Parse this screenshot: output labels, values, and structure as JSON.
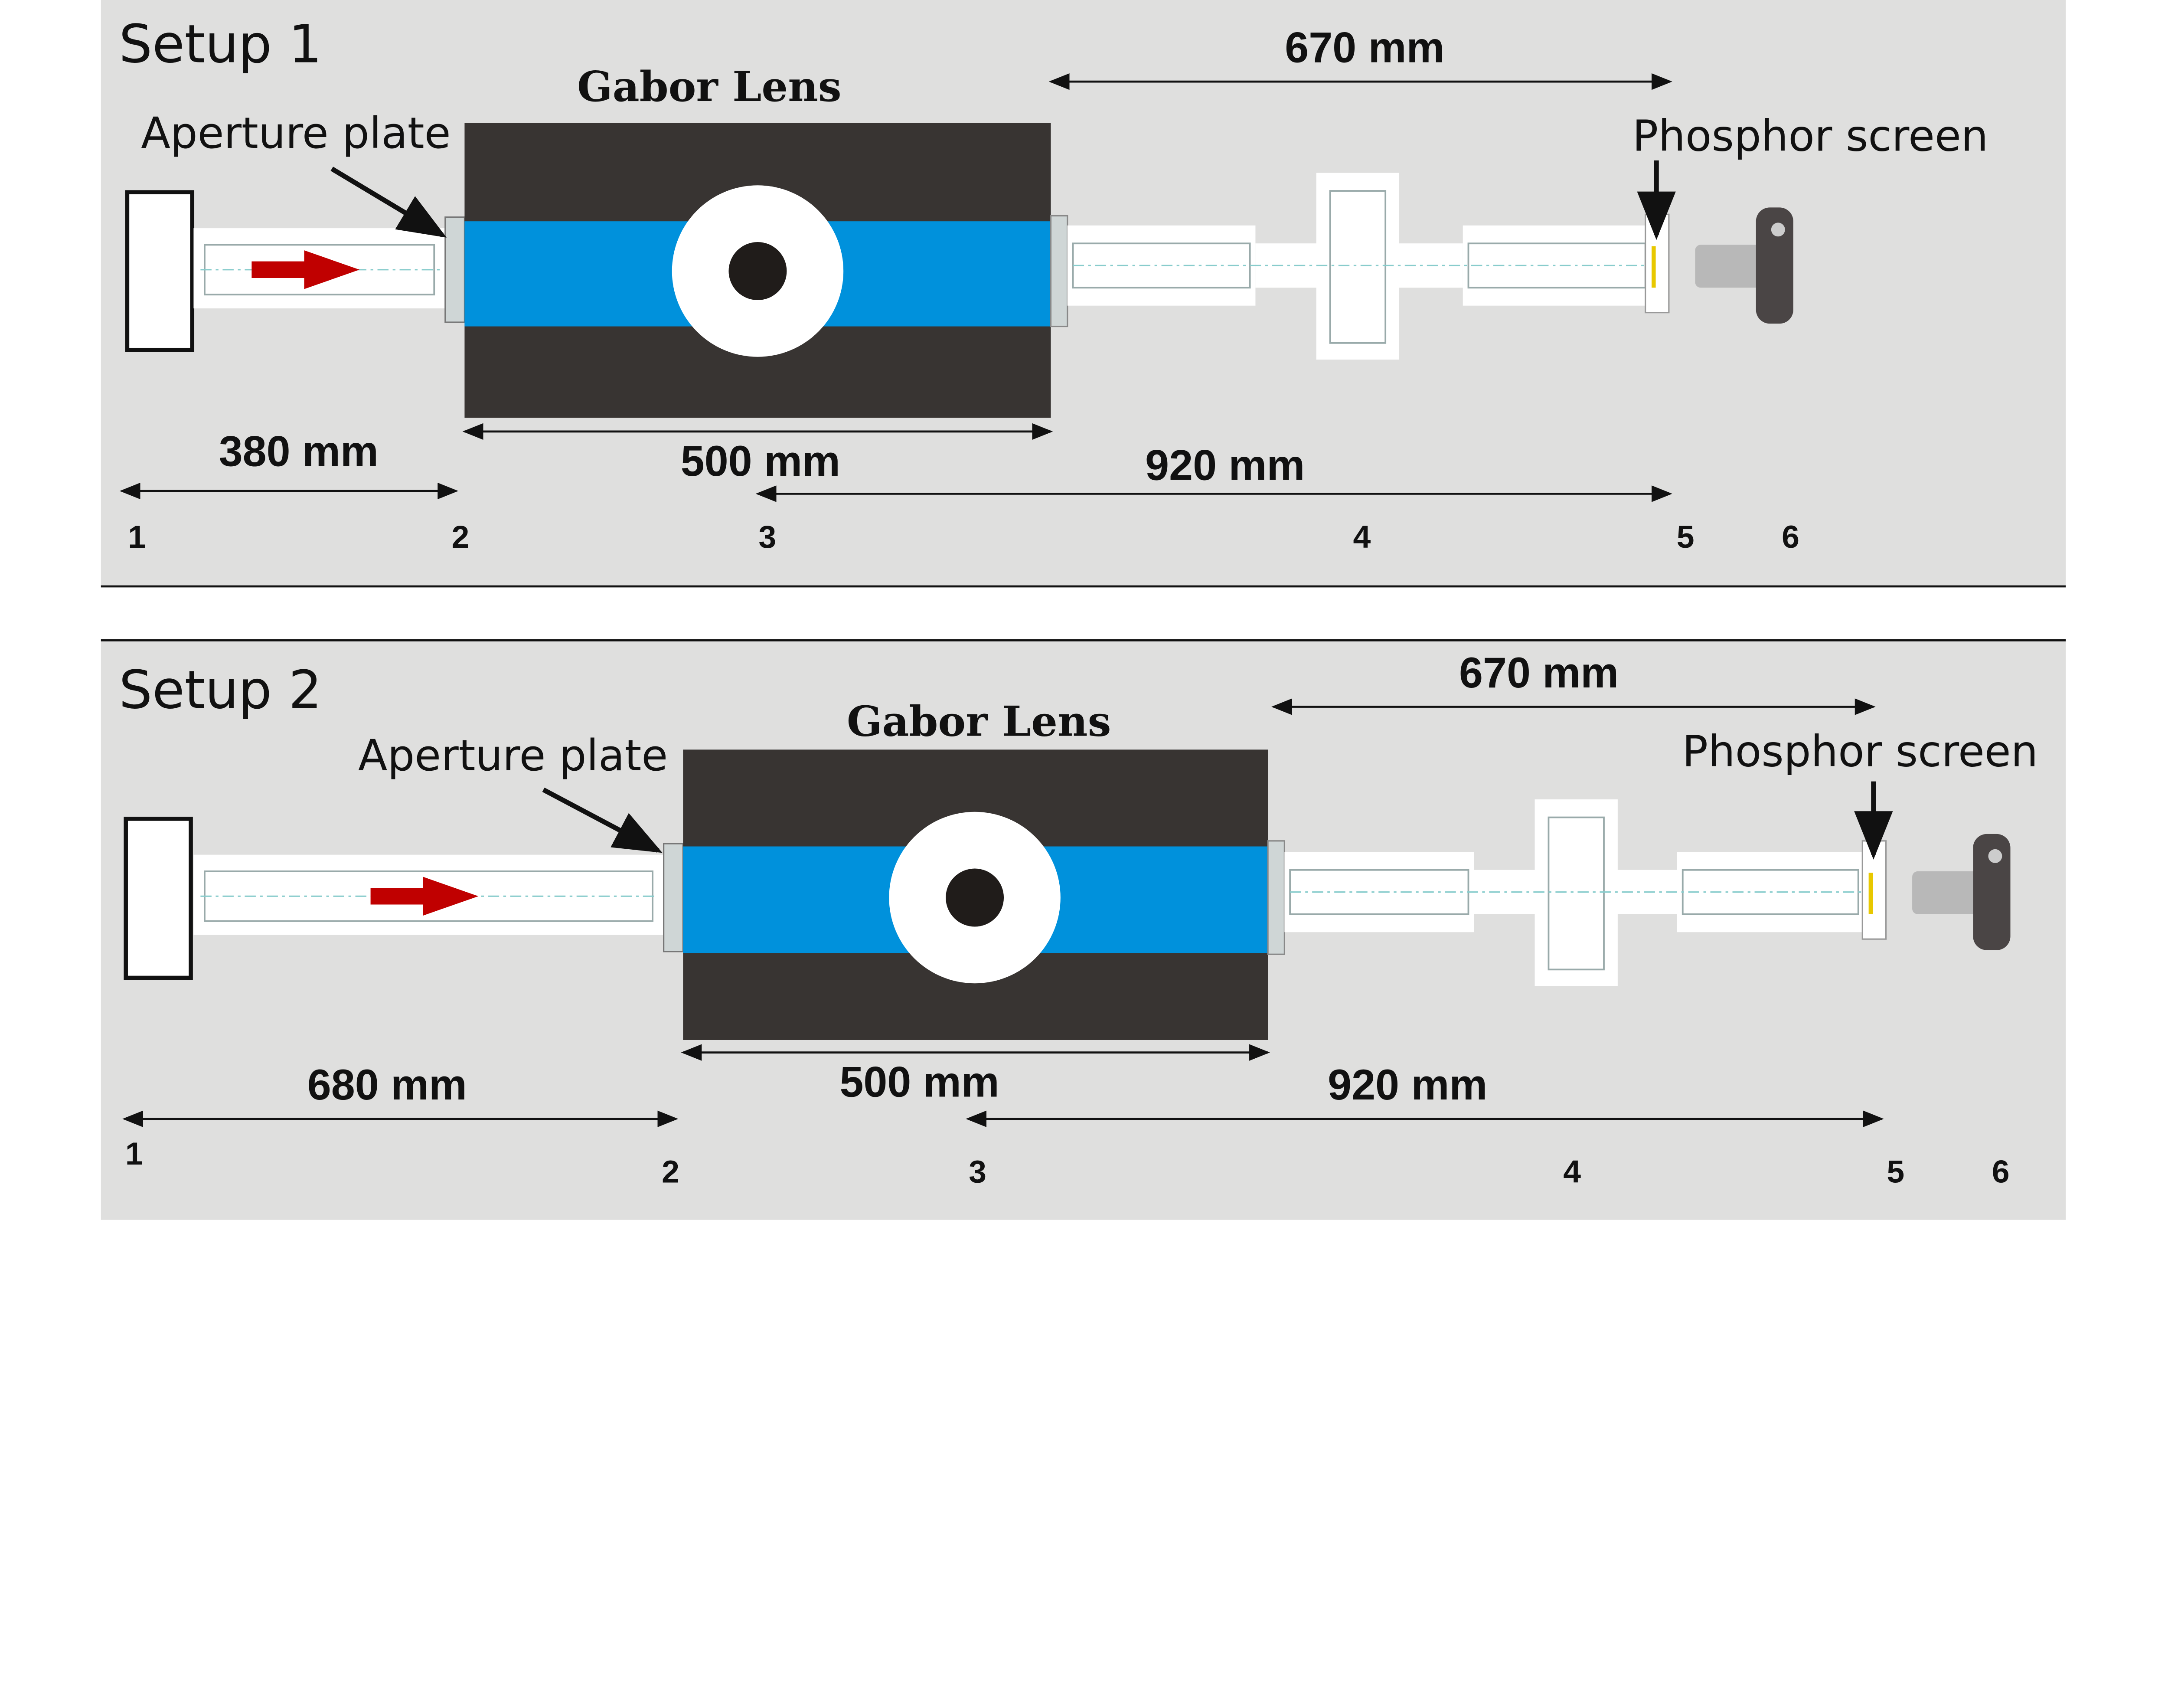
{
  "setups": [
    {
      "title": "Setup 1",
      "lens_label": "Gabor Lens",
      "aperture_label": "Aperture plate",
      "screen_label": "Phosphor screen",
      "dims": {
        "d670": "670 mm",
        "d_source": "380 mm",
        "d500": "500 mm",
        "d920": "920 mm"
      },
      "positions": [
        "1",
        "2",
        "3",
        "4",
        "5",
        "6"
      ]
    },
    {
      "title": "Setup 2",
      "lens_label": "Gabor Lens",
      "aperture_label": "Aperture plate",
      "screen_label": "Phosphor screen",
      "dims": {
        "d670": "670 mm",
        "d_source": "680 mm",
        "d500": "500 mm",
        "d920": "920 mm"
      },
      "positions": [
        "1",
        "2",
        "3",
        "4",
        "5",
        "6"
      ]
    }
  ],
  "colors": {
    "background": "#dfdfde",
    "lens_body": "#383432",
    "lens_band": "#0091dc",
    "beam_arrow": "#c00000",
    "detector": "#4a4545"
  }
}
